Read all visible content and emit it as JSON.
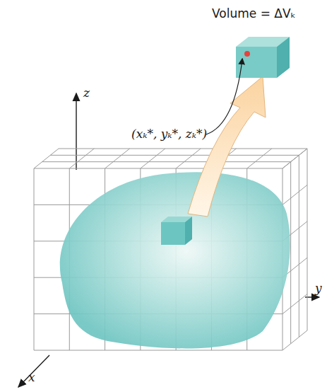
{
  "diagram": {
    "labels": [
      "Volume = ΔVₖ",
      "(xₖ*, yₖ*, zₖ*)",
      "z",
      "y",
      "x"
    ]
  }
}
